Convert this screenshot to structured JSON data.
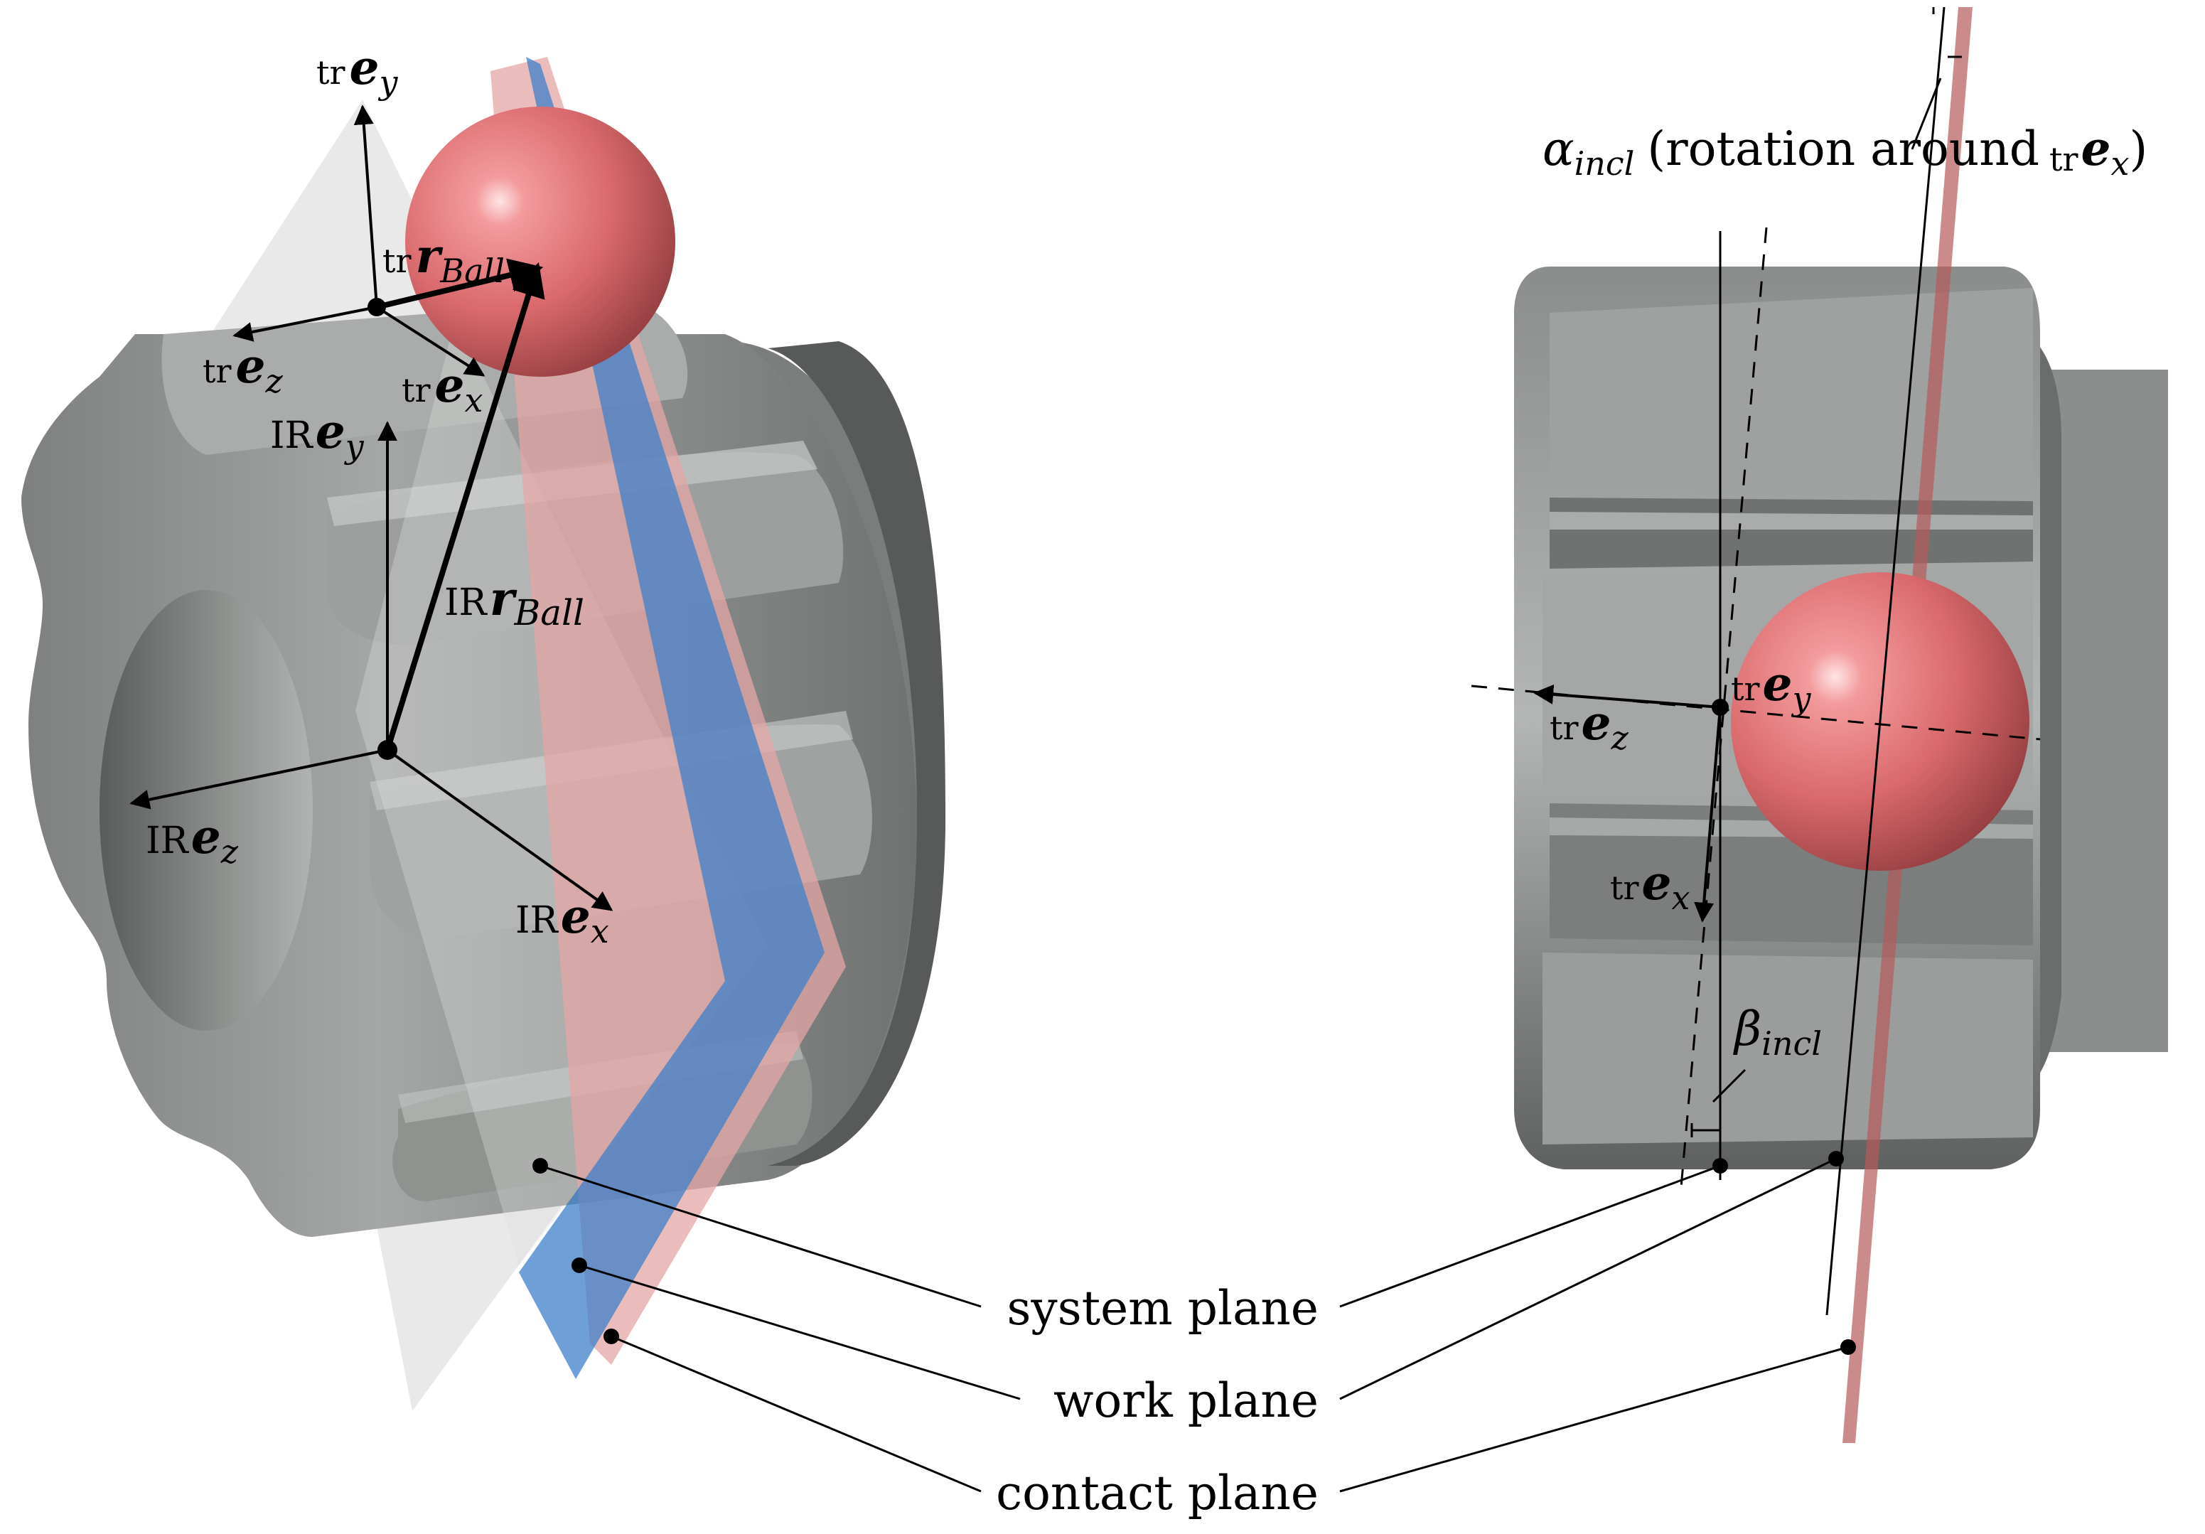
{
  "left_view": {
    "tr_ey": {
      "prefix": "tr",
      "vec": "e",
      "sub": "y"
    },
    "tr_r_ball": {
      "prefix": "tr",
      "vec": "r",
      "sub": "Ball"
    },
    "tr_ez": {
      "prefix": "tr",
      "vec": "e",
      "sub": "z"
    },
    "tr_ex": {
      "prefix": "tr",
      "vec": "e",
      "sub": "x"
    },
    "ir_ey": {
      "prefix": "IR",
      "vec": "e",
      "sub": "y"
    },
    "ir_r_ball": {
      "prefix": "IR",
      "vec": "r",
      "sub": "Ball"
    },
    "ir_ez": {
      "prefix": "IR",
      "vec": "e",
      "sub": "z"
    },
    "ir_ex": {
      "prefix": "IR",
      "vec": "e",
      "sub": "x"
    }
  },
  "right_view": {
    "alpha_symbol": "α",
    "alpha_sub": "incl",
    "alpha_text_pre": "(rotation around",
    "alpha_text_post": ")",
    "alpha_axis": {
      "prefix": "tr",
      "vec": "e",
      "sub": "x"
    },
    "tr_ey": {
      "prefix": "tr",
      "vec": "e",
      "sub": "y"
    },
    "tr_ez": {
      "prefix": "tr",
      "vec": "e",
      "sub": "z"
    },
    "tr_ex": {
      "prefix": "tr",
      "vec": "e",
      "sub": "x"
    },
    "beta_symbol": "β",
    "beta_sub": "incl"
  },
  "planes": {
    "system": "system plane",
    "work": "work plane",
    "contact": "contact plane"
  },
  "colors": {
    "body_gray": "#8e918f",
    "body_dark": "#5e615f",
    "ball_red": "#d96a6d",
    "work_plane_blue": "#3f7fc9",
    "contact_plane_red": "#e4a5a5",
    "system_plane_gray": "#d7d7d7"
  }
}
